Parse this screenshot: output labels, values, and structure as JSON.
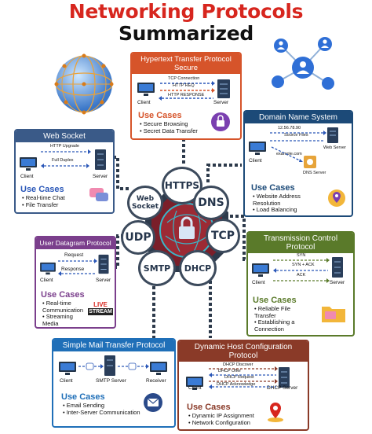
{
  "title": {
    "line1": "Networking Protocols",
    "line2": "Summarized"
  },
  "hub": {
    "nodes": {
      "https": "HTTPS",
      "dns": "DNS",
      "tcp": "TCP",
      "dhcp": "DHCP",
      "smtp": "SMTP",
      "udp": "UDP",
      "websocket": "Web Socket"
    }
  },
  "cards": {
    "https": {
      "title": "Hypertext Transfer Protocol Secure",
      "client": "Client",
      "server": "Server",
      "arrows": [
        "TCP Connection",
        "HTTP REQ",
        "HTTP RESPONSE"
      ],
      "badge": "ENCRYPTED",
      "uc_title": "Use Cases",
      "uses": [
        "Secure Browsing",
        "Secret Data Transfer"
      ]
    },
    "dns": {
      "title": "Domain Name System",
      "ip": "12.56.78.90",
      "source": "Source Files",
      "web_server": "Web Server",
      "query": "example.com",
      "dns_server": "DNS Server",
      "client": "Client",
      "uc_title": "Use Cases",
      "uses": [
        "Website Address Resolution",
        "Load Balancing"
      ]
    },
    "websocket": {
      "title": "Web Socket",
      "arrows": [
        "HTTP Upgrade",
        "Full Duplex"
      ],
      "client": "Client",
      "server": "Server",
      "uc_title": "Use Cases",
      "uses": [
        "Real-time Chat",
        "File Transfer"
      ]
    },
    "udp": {
      "title": "User Datagram Protocol",
      "arrows": [
        "Request",
        "Response"
      ],
      "client": "Client",
      "server": "Server",
      "uc_title": "Use Cases",
      "uses": [
        "Real-time Communication",
        "Streaming Media"
      ],
      "badge_top": "LIVE",
      "badge_bottom": "STREAM"
    },
    "tcp": {
      "title": "Transmission Control Protocol",
      "arrows": [
        "SYN",
        "SYN + ACK",
        "ACK"
      ],
      "client": "Client",
      "server": "Server",
      "uc_title": "Use Cases",
      "uses": [
        "Reliable File Transfer",
        "Establishing a Connection"
      ]
    },
    "smtp": {
      "title": "Simple Mail Transfer Protocol",
      "client": "Client",
      "server": "SMTP Server",
      "receiver": "Receiver",
      "uc_title": "Use Cases",
      "uses": [
        "Email Sending",
        "Inter-Server Communication"
      ]
    },
    "dhcp": {
      "title": "Dynamic Host Configuration Protocol",
      "arrows": [
        "DHCP Discover",
        "DHCP Offer",
        "DHCP Request",
        "DHCP Acknowledge"
      ],
      "client": "Client",
      "server": "DHCP Server",
      "uc_title": "Use Cases",
      "uses": [
        "Dynamic IP Assignment",
        "Network Configuration"
      ]
    }
  },
  "colors": {
    "https": "#d6542a",
    "dns": "#1c4a78",
    "websocket": "#3a5a88",
    "udp": "#7b3f8c",
    "tcp": "#5a7a2a",
    "smtp": "#1f6fb8",
    "dhcp": "#8a3a28",
    "hub": "#3c4a5c"
  }
}
